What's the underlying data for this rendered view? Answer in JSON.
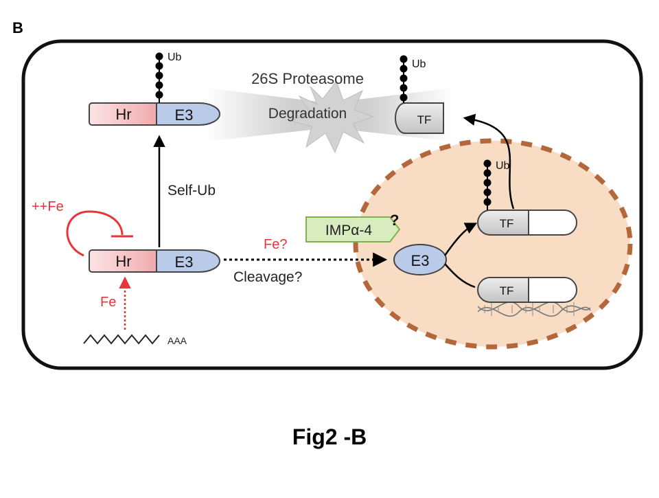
{
  "panel_label": "B",
  "caption": "Fig2 -B",
  "labels": {
    "ub": "Ub",
    "hr": "Hr",
    "e3": "E3",
    "tf": "TF",
    "proteasome": "26S Proteasome",
    "degradation": "Degradation",
    "self_ub": "Self-Ub",
    "plus_fe": "++Fe",
    "fe": "Fe",
    "fe_question": "Fe?",
    "cleavage": "Cleavage?",
    "importin": "IMPα-4",
    "question_mark": "?",
    "mrna_tail": "AAA"
  },
  "colors": {
    "red": "#e8333a",
    "hr_fill": "#f4c6c8",
    "e3_fill": "#b9cbe8",
    "tf_fill": "#d9d9d9",
    "nucleus_fill": "#f8dcc4",
    "nucleus_border": "#b5673c",
    "importin_fill": "#d8ecc0",
    "importin_border": "#7fb04e"
  }
}
